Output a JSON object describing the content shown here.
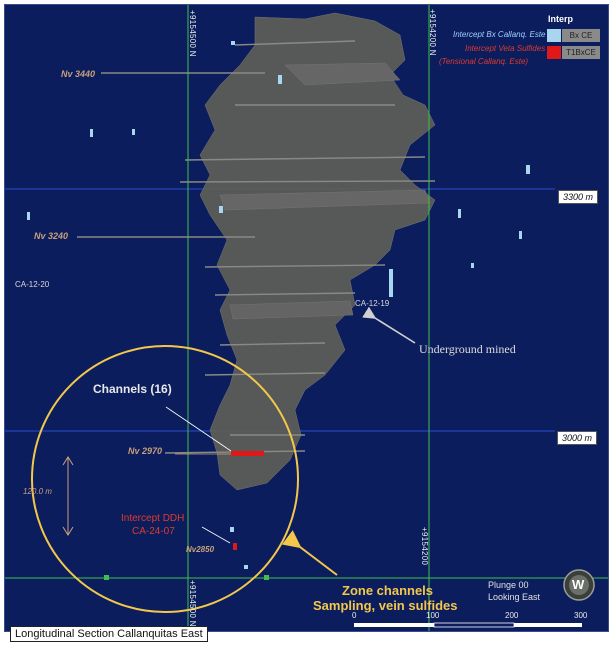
{
  "legend": {
    "title": "Interp",
    "items": [
      {
        "text": "Intercept Bx Callanq. Este",
        "box_label": "Bx CE",
        "swatch_color": "#a7d6ee",
        "text_color": "#9fd0ff"
      },
      {
        "text": "Intercept Veta Sulfides",
        "box_label": "T1BxCE",
        "swatch_color": "#e01818",
        "text_color": "#e03a2a"
      },
      {
        "text": "(Tensional Callanq. Este)",
        "text_color": "#e03a2a"
      }
    ]
  },
  "levels": [
    "Nv 3440",
    "Nv 3240",
    "Nv 2970",
    "Nv2850"
  ],
  "elevations": [
    "3300 m",
    "3000 m"
  ],
  "grid_labels": [
    "+9154500 N",
    "+9154200 N",
    "+9154200",
    "+9154500 N"
  ],
  "drillholes": [
    "CA-12-20",
    "CA-12-19"
  ],
  "annotations": {
    "underground": "Underground mined",
    "channels": "Channels (16)",
    "dim": "120.0 m",
    "intercept_title": "Intercept DDH",
    "intercept_hole": "CA-24-07",
    "zone_line1": "Zone channels",
    "zone_line2": "Sampling, vein sulfides"
  },
  "view": {
    "plunge": "Plunge 00",
    "looking": "Looking East"
  },
  "scale": {
    "ticks": [
      "0",
      "100",
      "200",
      "300"
    ]
  },
  "compass": {
    "letter": "W"
  },
  "caption": "Longitudinal Section Callanquitas East",
  "colors": {
    "background": "#0c1d5e",
    "grid_green": "#3fbf4f",
    "elevation_blue": "#2a4cd0",
    "circle": "#f3c84a",
    "mined_workings": "#5a5a55"
  }
}
